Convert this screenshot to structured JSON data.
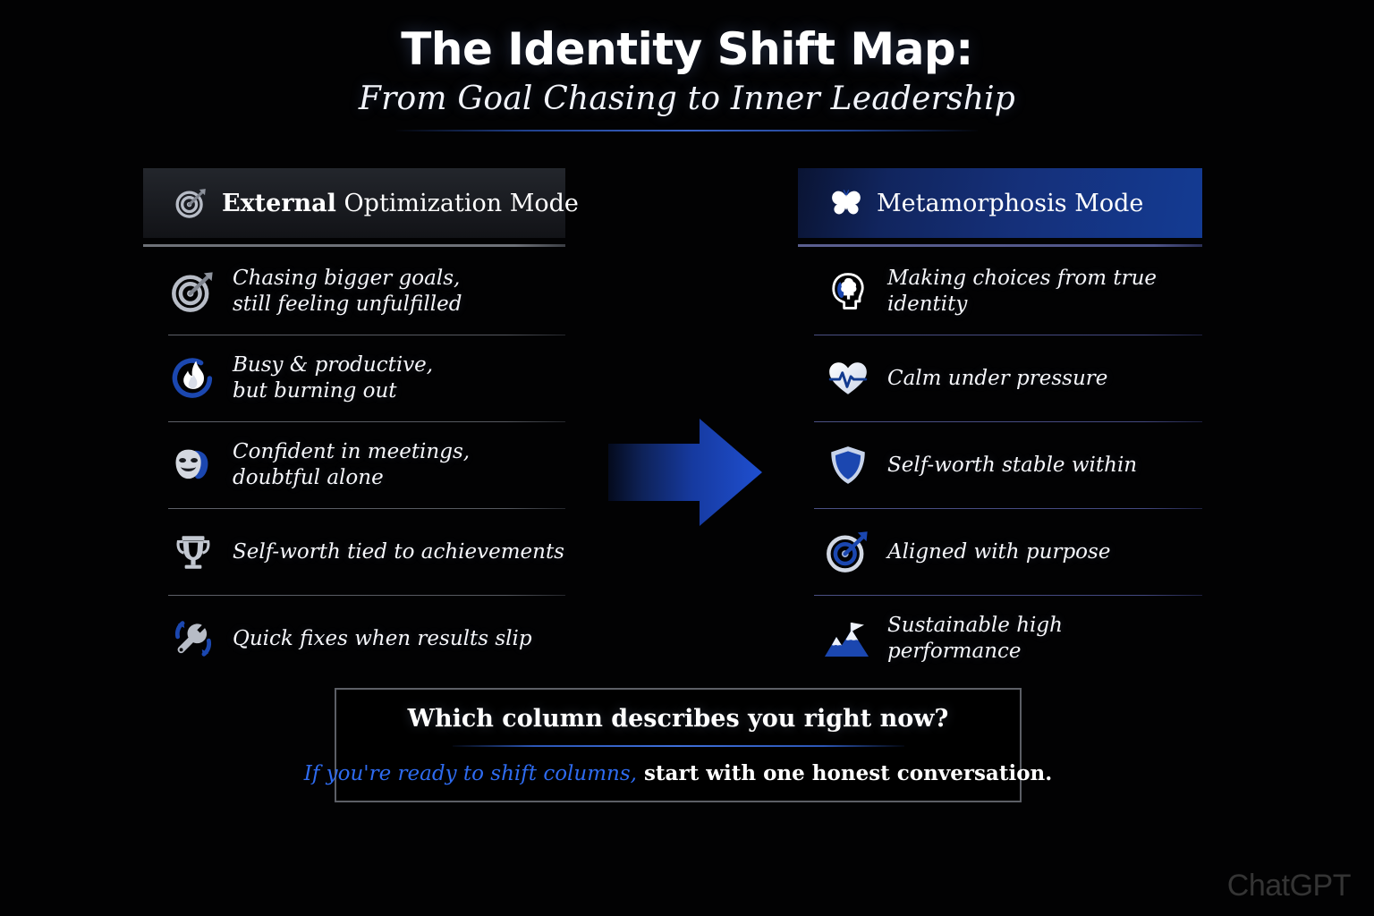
{
  "title": {
    "main": "The Identity Shift Map:",
    "subtitle": "From Goal Chasing to Inner Leadership"
  },
  "colors": {
    "accent_blue": "#1b47b0",
    "bright_blue": "#2e6bf0",
    "header_left_bg": "#1a1c21",
    "header_right_bg": "#143b93",
    "icon_gray": "#b7bcc6",
    "background": "#000000",
    "watermark_gray": "#343434"
  },
  "left_column": {
    "header": {
      "icon": "target-icon",
      "label_bold": "External",
      "label_regular": " Optimization Mode"
    },
    "items": [
      {
        "icon": "target-icon",
        "text": "Chasing bigger goals,\nstill feeling unfulfilled"
      },
      {
        "icon": "fire-icon",
        "text": "Busy & productive,\nbut burning out"
      },
      {
        "icon": "masks-icon",
        "text": "Confident in meetings,\ndoubtful alone"
      },
      {
        "icon": "trophy-icon",
        "text": "Self-worth tied to achievements"
      },
      {
        "icon": "wrench-icon",
        "text": "Quick fixes when results slip"
      }
    ]
  },
  "right_column": {
    "header": {
      "icon": "butterfly-icon",
      "label": "Metamorphosis Mode"
    },
    "items": [
      {
        "icon": "head-brain-icon",
        "text": "Making choices from true identity"
      },
      {
        "icon": "heart-pulse-icon",
        "text": "Calm under pressure"
      },
      {
        "icon": "shield-icon",
        "text": "Self-worth stable within"
      },
      {
        "icon": "target-blue-icon",
        "text": "Aligned with purpose"
      },
      {
        "icon": "mountain-flag-icon",
        "text": "Sustainable high performance"
      }
    ]
  },
  "center": {
    "icon": "right-arrow-icon"
  },
  "callout": {
    "question": "Which column describes you right now?",
    "cta_blue": "If you're ready to shift columns,",
    "cta_white": " start with one honest conversation."
  },
  "watermark": {
    "label": "ChatGPT"
  }
}
